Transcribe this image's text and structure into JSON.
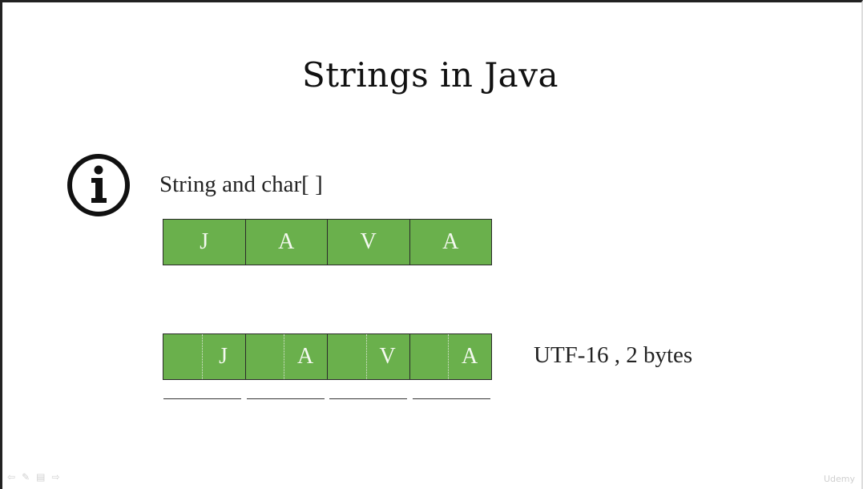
{
  "slide": {
    "title": "Strings in Java",
    "subtitle": "String and char[ ]",
    "char_row": [
      "J",
      "A",
      "V",
      "A"
    ],
    "utf_row": [
      "J",
      "A",
      "V",
      "A"
    ],
    "utf_label": "UTF-16 , 2 bytes",
    "cell_color": "#6ab04c"
  },
  "player": {
    "controls": [
      {
        "name": "prev-slide-icon",
        "glyph": "⇦"
      },
      {
        "name": "pen-icon",
        "glyph": "✎"
      },
      {
        "name": "menu-icon",
        "glyph": "▤"
      },
      {
        "name": "next-slide-icon",
        "glyph": "⇨"
      }
    ],
    "watermark": "Udemy"
  }
}
